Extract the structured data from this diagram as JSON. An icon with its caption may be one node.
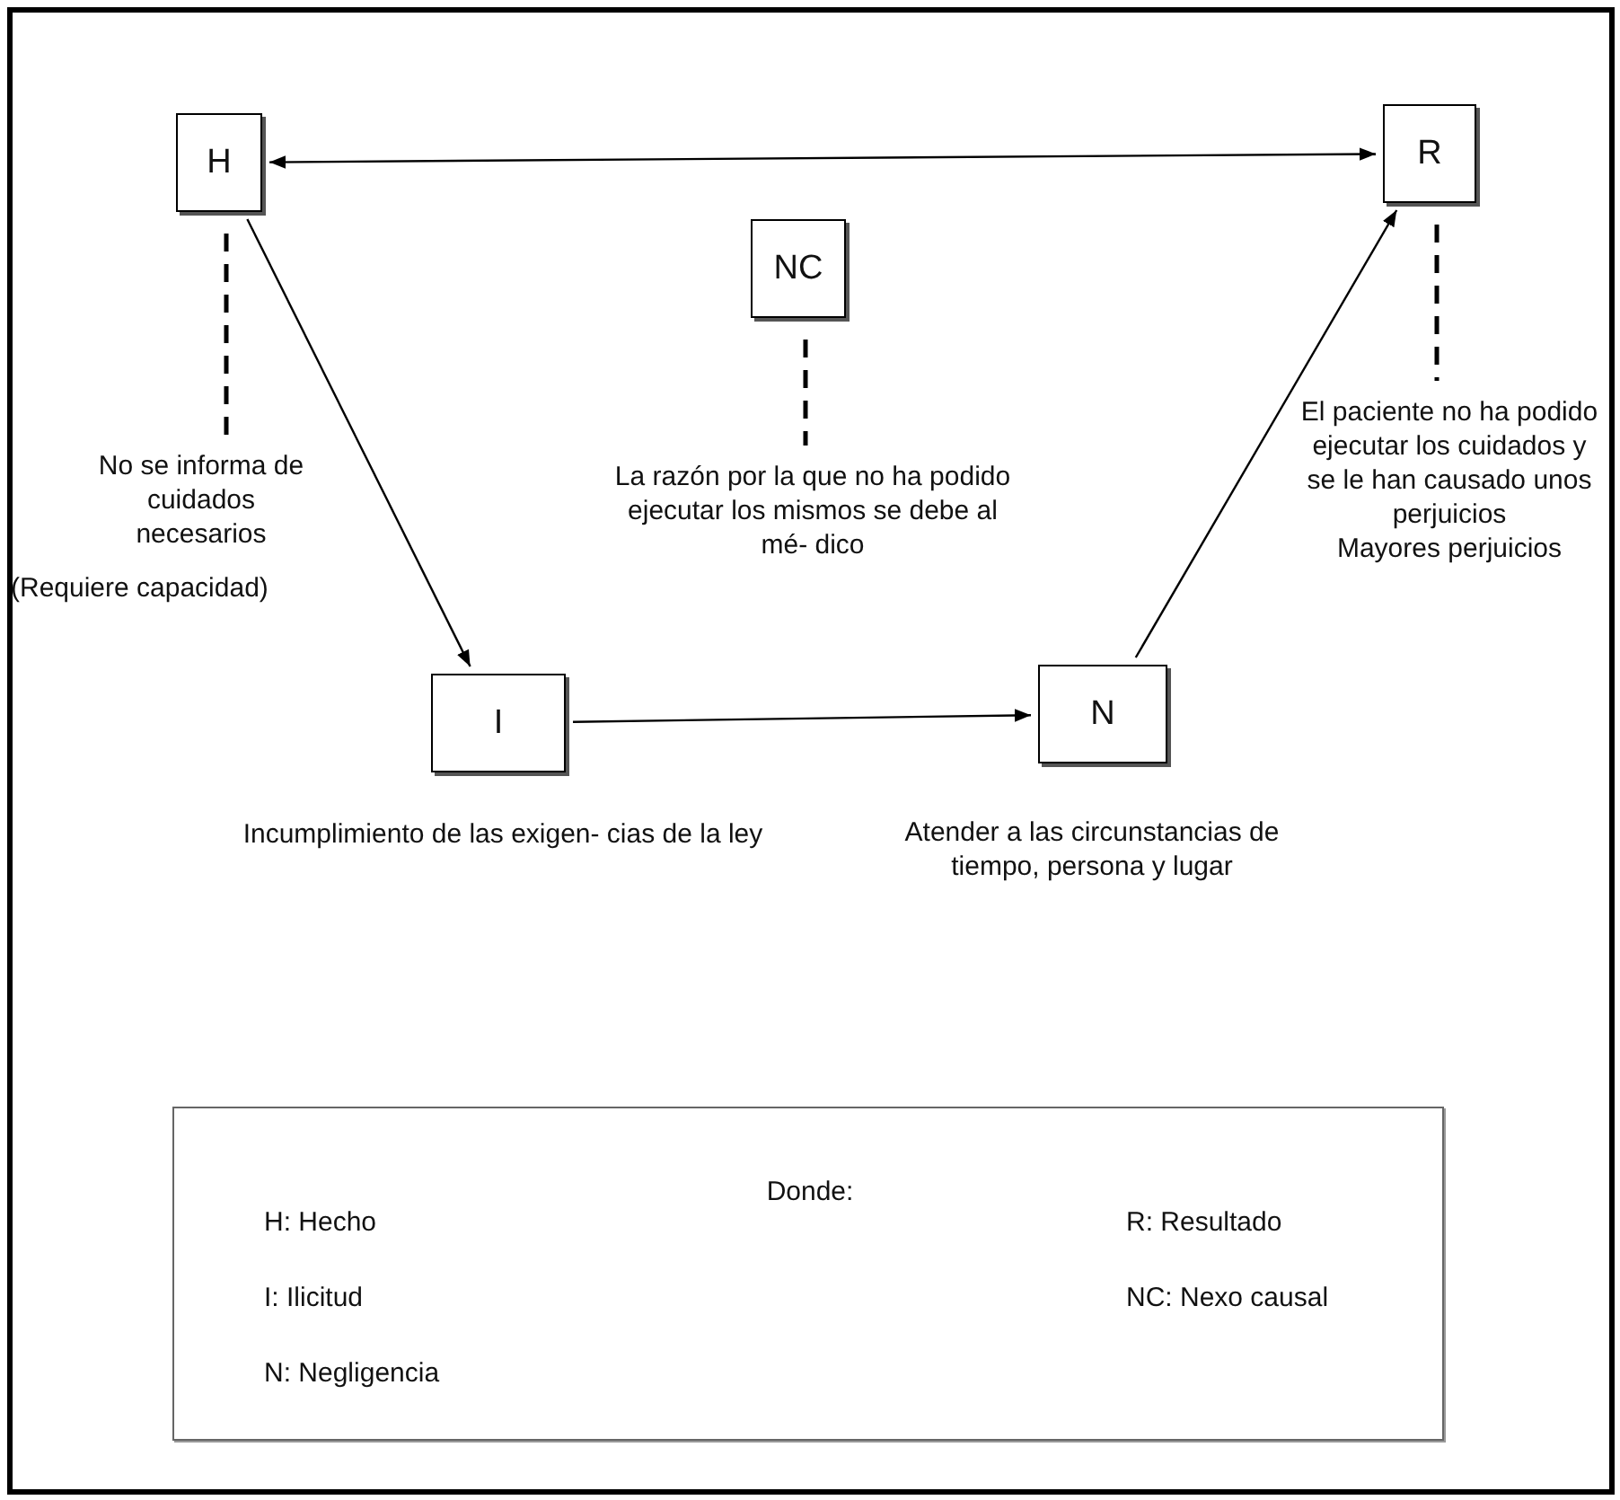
{
  "diagram": {
    "nodes": [
      {
        "text": [
          "H"
        ]
      },
      {
        "text": [
          "R"
        ]
      },
      {
        "text": [
          "NC"
        ]
      },
      {
        "text": [
          "I"
        ],
        "beside": [
          "Incumplimiento de las exigen- cias de la ley"
        ]
      },
      {
        "text": [
          "N"
        ],
        "beside": [
          "Atender a las circunstancias de tiempo, persona y lugar"
        ]
      },
      {
        "text": [
          "No se informa de cuidados necesarios"
        ]
      },
      {
        "text": [
          "La razón por la que no ha podido ejecutar los mismos se debe al mé- dico"
        ]
      },
      {
        "text": [
          "El paciente no ha podido ejecutar los cuidados y se le han causado unos perjuicios",
          "Mayores perjuicios"
        ]
      },
      {
        "text": [
          "Donde:",
          "H: Hecho",
          "R: Resultado",
          "I: Ilicitud",
          "NC: Nexo causal",
          "N: Negligencia"
        ]
      }
    ],
    "edges": [
      {
        "from": 0,
        "to": 1,
        "arrow": "both"
      },
      {
        "from": 0,
        "to": 3,
        "arrow": "to"
      },
      {
        "from": 3,
        "to": 4,
        "arrow": "to"
      },
      {
        "from": 4,
        "to": 1,
        "arrow": "to"
      },
      {
        "from": 0,
        "to": 5,
        "arrow": "none",
        "style": "dashed"
      },
      {
        "from": 2,
        "to": 6,
        "arrow": "none",
        "style": "dashed"
      },
      {
        "from": 1,
        "to": 7,
        "arrow": "none",
        "style": "dashed"
      }
    ],
    "labels": [
      "(Requiere capacidad)"
    ]
  }
}
